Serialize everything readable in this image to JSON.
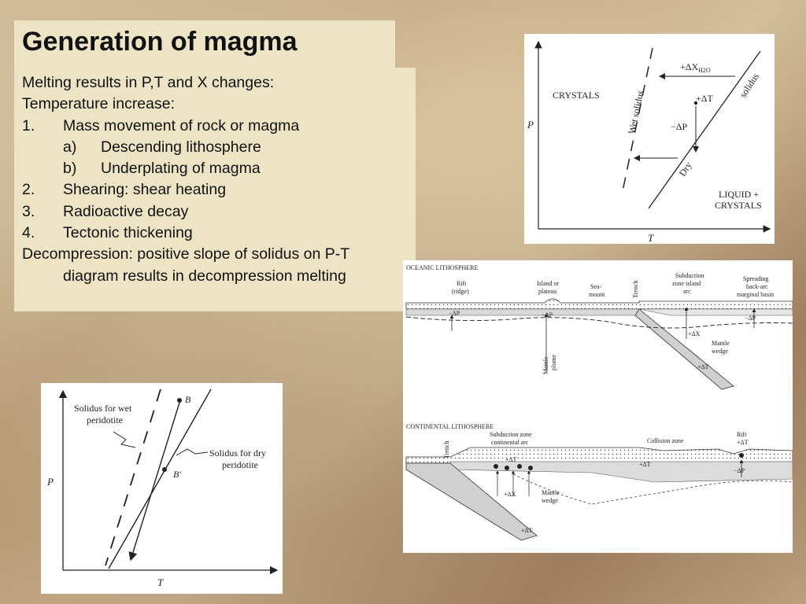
{
  "slide": {
    "title": "Generation of magma",
    "lines": {
      "l1": "Melting results in P,T and X changes:",
      "l2": "Temperature increase:",
      "i1_num": "1.",
      "i1": "Mass movement of rock or magma",
      "ia_num": "a)",
      "ia": "Descending lithosphere",
      "ib_num": "b)",
      "ib": "Underplating of magma",
      "i2_num": "2.",
      "i2": "Shearing: shear heating",
      "i3_num": "3.",
      "i3": "Radioactive decay",
      "i4_num": "4.",
      "i4": "Tectonic thickening",
      "d1": "Decompression: positive slope of solidus on P-T",
      "d2": "diagram results in decompression melting"
    }
  },
  "fig_pt": {
    "p": "P",
    "t": "T",
    "crystals": "CRYSTALS",
    "liquid1": "LIQUID +",
    "liquid2": "CRYSTALS",
    "wet": "Wet solidus",
    "solidus": "solidus",
    "dry": "Dry",
    "dx": "+ΔX",
    "dx_sub": "H2O",
    "dt": "+ΔT",
    "dp": "−ΔP"
  },
  "fig_peridotite": {
    "p": "P",
    "t": "T",
    "wet1": "Solidus for wet",
    "wet2": "peridotite",
    "dry1": "Solidus for dry",
    "dry2": "peridotite",
    "b": "B",
    "b2": "B′"
  },
  "fig_tectonic": {
    "oceanic": "OCEANIC LITHOSPHERE",
    "rift1": "Rift",
    "rift2": "(ridge)",
    "island1": "Island or",
    "island2": "plateau",
    "sea1": "Sea-",
    "sea2": "mount",
    "trench": "Trench",
    "sub1": "Subduction",
    "sub2": "zone island",
    "sub3": "arc",
    "spread1": "Spreading",
    "spread2": "back-arc",
    "spread3": "marginal basin",
    "plume1": "Mantle",
    "plume2": "plume",
    "wedge1": "Mantle",
    "wedge2": "wedge",
    "dp": "−ΔP",
    "dt": "+ΔT",
    "dx": "+ΔX",
    "continental": "CONTINENTAL LITHOSPHERE",
    "csub1": "Subduction zone",
    "csub2": "continental arc",
    "collision": "Collision zone",
    "crift": "Rift",
    "ctrench": "Trench"
  }
}
